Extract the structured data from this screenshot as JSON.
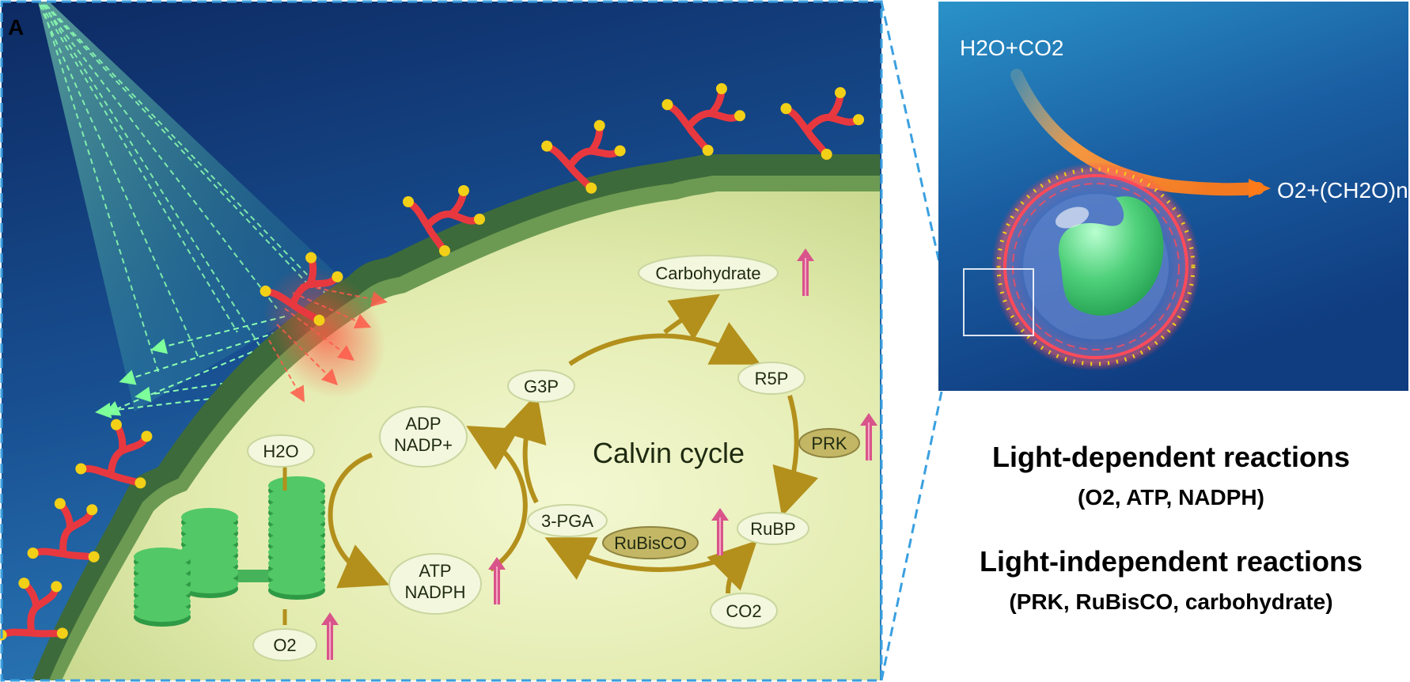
{
  "panel_label": "A",
  "cycle_title": "Calvin cycle",
  "molecules": {
    "carbohydrate": "Carbohydrate",
    "r5p": "R5P",
    "g3p": "G3P",
    "rubp": "RuBP",
    "pga": "3-PGA",
    "co2": "CO2",
    "h2o": "H2O",
    "o2": "O2",
    "adp": "ADP",
    "nadp": "NADP+",
    "atp": "ATP",
    "nadph": "NADPH"
  },
  "enzymes": {
    "prk": "PRK",
    "rubisco": "RuBisCO"
  },
  "inset": {
    "reactants": "H2O+CO2",
    "products": "O2+(CH2O)n"
  },
  "captions": {
    "light_dependent": "Light-dependent reactions",
    "light_dependent_items": "(O2, ATP, NADPH)",
    "light_independent": "Light-independent reactions",
    "light_independent_items": "(PRK, RuBisCO, carbohydrate)"
  },
  "colors": {
    "background_deep": "#10336f",
    "background_light": "#2f7fbe",
    "cell_fill": "#e4edb3",
    "cycle_arrow": "#b3901c",
    "up_arrow": "#d9548a",
    "thylakoid": "#3aa64c",
    "polymer": "#e8383f",
    "bead": "#f2d017",
    "dashed_border": "#3aa0e0"
  },
  "icons": [
    "up-arrow-icon",
    "thylakoid-stack-icon",
    "polymer-branch-icon",
    "light-beam-icon",
    "microbe-cell-icon"
  ]
}
